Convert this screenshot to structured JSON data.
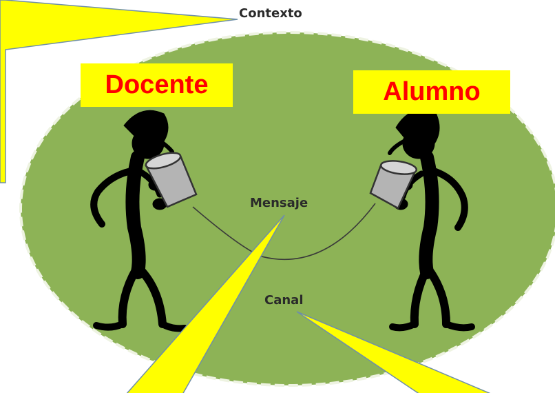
{
  "labels": {
    "context": "Contexto",
    "message": "Mensaje",
    "channel": "Canal"
  },
  "roles": {
    "sender": "Docente",
    "receiver": "Alumno"
  },
  "colors": {
    "ellipse_fill": "#8db356",
    "ellipse_border": "#eef3e2",
    "callout_fill": "#ffff00",
    "callout_stroke": "#6f8fa8",
    "role_text": "#ff0000",
    "figure": "#000000",
    "cup": "#b4b4b4"
  }
}
